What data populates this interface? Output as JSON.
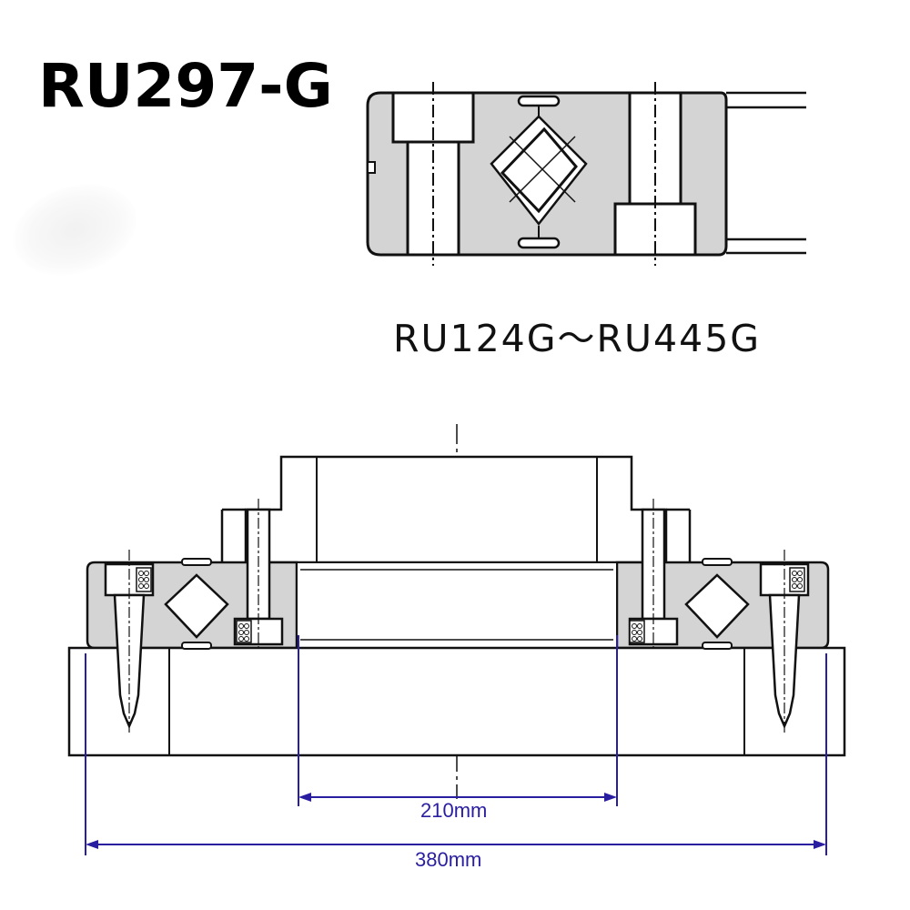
{
  "header": {
    "model_title": "RU297-G"
  },
  "section_diagram": {
    "range_label": "RU124G～RU445G"
  },
  "dimensions": {
    "inner_width_label": "210mm",
    "outer_width_label": "380mm"
  },
  "colors": {
    "dimension_line": "#2a1ea0",
    "bearing_fill": "#d4d4d4",
    "line": "#111111"
  }
}
